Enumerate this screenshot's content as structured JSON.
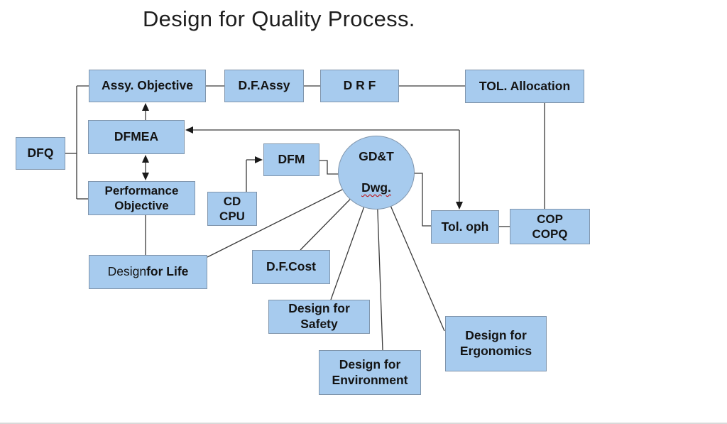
{
  "title": "Design for Quality Process.",
  "colors": {
    "box_fill": "#A7CBEE",
    "box_border": "#8095AC",
    "connector": "#3A3A3A",
    "text": "#141414",
    "spellcheck_underline": "#C00000",
    "background": "#FFFFFF"
  },
  "nodes": {
    "assy_objective": {
      "label": "Assy. Objective"
    },
    "df_assy": {
      "label": "D.F.Assy"
    },
    "drf": {
      "label": "D R F"
    },
    "tol_allocation": {
      "label": "TOL. Allocation"
    },
    "dfq": {
      "label": "DFQ"
    },
    "dfmea": {
      "label": "DFMEA"
    },
    "performance_objective": {
      "label": "Performance\nObjective"
    },
    "dfm": {
      "label": "DFM"
    },
    "cd_cpu": {
      "label": "CD\nCPU"
    },
    "gdt_dwg": {
      "line1": "GD&T",
      "line2": "Dwg."
    },
    "tol_oph": {
      "label": "Tol. oph"
    },
    "cop_copq": {
      "label": "COP\nCOPQ"
    },
    "design_for_life": {
      "prefix": "Design ",
      "bold": "for Life"
    },
    "df_cost": {
      "label": "D.F.Cost"
    },
    "design_for_safety": {
      "label": "Design for\nSafety"
    },
    "design_for_environment": {
      "label": "Design for\nEnvironment"
    },
    "design_for_ergonomics": {
      "label": "Design for\nErgonomics"
    }
  },
  "edges": [
    {
      "from": "dfq",
      "to": "assy_objective",
      "arrow": "none"
    },
    {
      "from": "dfq",
      "to": "performance_objective",
      "arrow": "none"
    },
    {
      "from": "dfmea",
      "to": "assy_objective",
      "arrow": "into-assy_objective"
    },
    {
      "from": "dfmea",
      "to": "performance_objective",
      "arrow": "both"
    },
    {
      "from": "assy_objective",
      "to": "df_assy",
      "arrow": "none"
    },
    {
      "from": "df_assy",
      "to": "drf",
      "arrow": "none"
    },
    {
      "from": "drf",
      "to": "tol_allocation",
      "arrow": "none"
    },
    {
      "from": "tol_allocation",
      "to": "cop_copq",
      "arrow": "none"
    },
    {
      "from": "feedback-elbow",
      "to": "dfmea",
      "arrow": "into-dfmea"
    },
    {
      "from": "feedback-elbow",
      "to": "tol_oph",
      "arrow": "into-tol_oph"
    },
    {
      "from": "cd_cpu",
      "to": "dfm",
      "arrow": "into-dfm"
    },
    {
      "from": "dfm",
      "to": "gdt_dwg",
      "arrow": "none"
    },
    {
      "from": "gdt_dwg",
      "to": "tol_oph",
      "arrow": "none"
    },
    {
      "from": "tol_oph",
      "to": "cop_copq",
      "arrow": "none"
    },
    {
      "from": "performance_objective",
      "to": "design_for_life",
      "arrow": "none"
    },
    {
      "from": "gdt_dwg",
      "to": "design_for_life",
      "arrow": "none"
    },
    {
      "from": "gdt_dwg",
      "to": "df_cost",
      "arrow": "none"
    },
    {
      "from": "gdt_dwg",
      "to": "design_for_safety",
      "arrow": "none"
    },
    {
      "from": "gdt_dwg",
      "to": "design_for_environment",
      "arrow": "none"
    },
    {
      "from": "gdt_dwg",
      "to": "design_for_ergonomics",
      "arrow": "none"
    }
  ]
}
